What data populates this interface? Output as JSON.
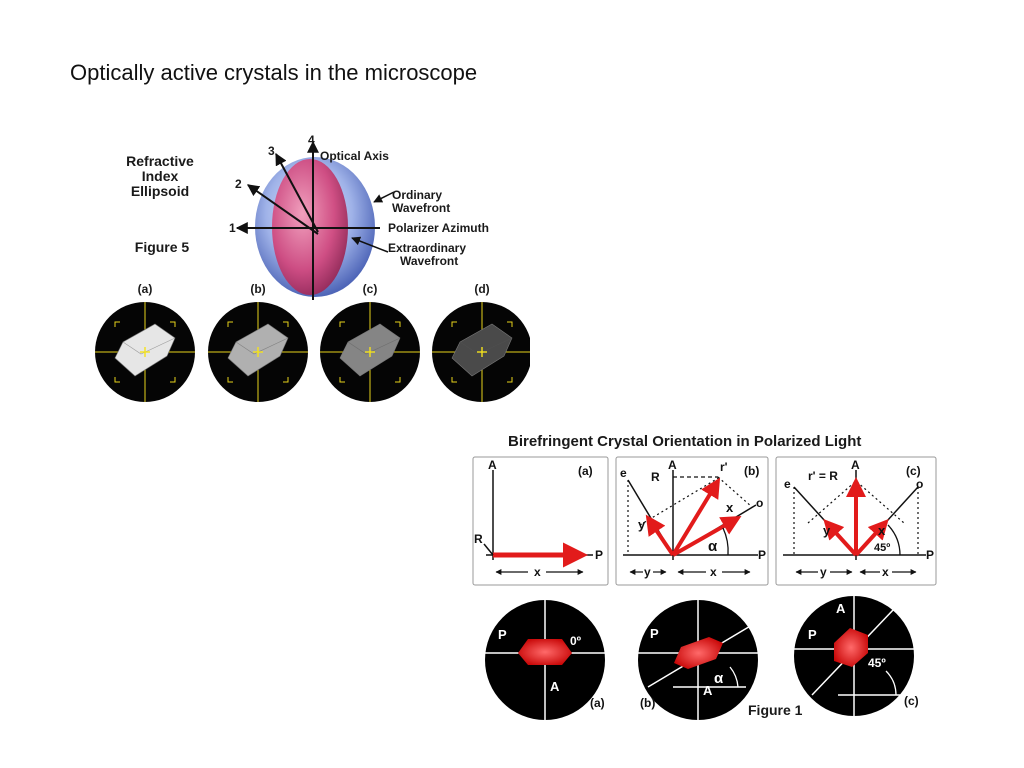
{
  "slide": {
    "title": "Optically active crystals in the microscope"
  },
  "figure5": {
    "heading_lines": [
      "Refractive",
      "Index",
      "Ellipsoid"
    ],
    "caption": "Figure 5",
    "axis_numbers": [
      "1",
      "2",
      "3",
      "4"
    ],
    "optical_axis": "Optical Axis",
    "ordinary_lines": [
      "Ordinary",
      "Wavefront"
    ],
    "polarizer_azimuth": "Polarizer Azimuth",
    "extraordinary_lines": [
      "Extraordinary",
      "Wavefront"
    ],
    "micrographs": [
      {
        "label": "(a)",
        "brightness": "#e6e6e6"
      },
      {
        "label": "(b)",
        "brightness": "#b0b0b0"
      },
      {
        "label": "(c)",
        "brightness": "#858585"
      },
      {
        "label": "(d)",
        "brightness": "#4a4a4a"
      }
    ]
  },
  "figure1": {
    "title": "Birefringent Crystal Orientation in Polarized Light",
    "caption": "Figure 1",
    "boxes": [
      {
        "tag": "(a)",
        "A": "A",
        "R": "R",
        "P": "P",
        "x": "x"
      },
      {
        "tag": "(b)",
        "A": "A",
        "R": "R",
        "rprime": "r'",
        "e": "e",
        "o": "o",
        "y": "y",
        "x": "x",
        "alpha": "α",
        "P": "P"
      },
      {
        "tag": "(c)",
        "A": "A",
        "rR": "r' = R",
        "e": "e",
        "o": "o",
        "y": "y",
        "x": "x",
        "angle": "45º",
        "P": "P"
      }
    ],
    "circles": [
      {
        "tag": "(a)",
        "P": "P",
        "A": "A",
        "angle": "0º"
      },
      {
        "tag": "(b)",
        "P": "P",
        "A": "A",
        "angle": "α"
      },
      {
        "tag": "(c)",
        "P": "P",
        "A": "A",
        "angle": "45º"
      }
    ]
  }
}
